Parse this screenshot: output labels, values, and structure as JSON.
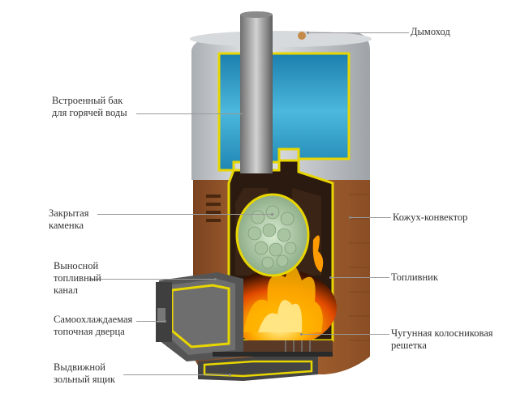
{
  "diagram": {
    "labels": {
      "chimney": "Дымоход",
      "tank": "Встроенный бак\nдля горячей воды",
      "heater": "Закрытая\nкаменка",
      "casing": "Кожух-конвектор",
      "fuel_channel": "Выносной\nтопливный\nканал",
      "firebox": "Топливник",
      "door": "Самоохлаждаемая\nтопочная дверца",
      "grate": "Чугунная колосниковая\nрешетка",
      "ash_box": "Выдвижной\nзольный ящик"
    },
    "colors": {
      "outline": "#e8d600",
      "water": "#2f9fc8",
      "steel": "#bfc3c7",
      "casing": "#9a5a2a",
      "dark_metal": "#4a4a4a",
      "fire": "#ff8a00"
    }
  }
}
